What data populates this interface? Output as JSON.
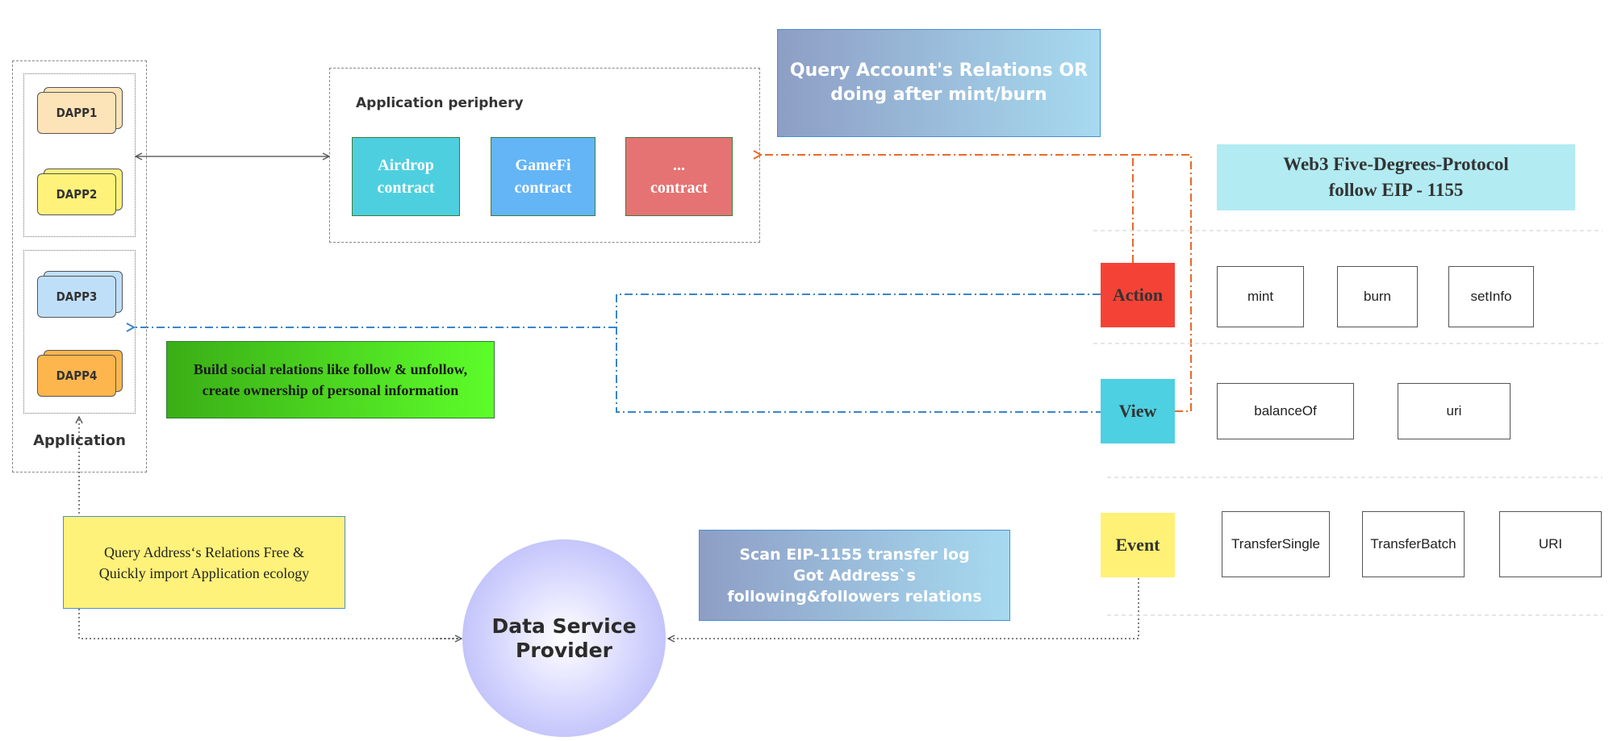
{
  "application": {
    "title": "Application",
    "dapps": [
      "DAPP1",
      "DAPP2",
      "DAPP3",
      "DAPP4"
    ]
  },
  "periphery": {
    "title": "Application periphery",
    "contracts": [
      {
        "line1": "Airdrop",
        "line2": "contract"
      },
      {
        "line1": "GameFi",
        "line2": "contract"
      },
      {
        "line1": "...",
        "line2": "contract"
      }
    ]
  },
  "notes": {
    "query_relations": {
      "line1": "Query Account's Relations OR",
      "line2": "doing after mint/burn"
    },
    "build_social": {
      "line1": "Build social relations like follow & unfollow,",
      "line2": "create ownership of personal information"
    },
    "query_address": {
      "line1": "Query Address‘s Relations Free &",
      "line2": "Quickly import Application ecology"
    },
    "scan_log": {
      "line1": "Scan EIP-1155 transfer log",
      "line2": "Got Address`s",
      "line3": "following&followers relations"
    }
  },
  "data_service": {
    "line1": "Data Service",
    "line2": "Provider"
  },
  "protocol": {
    "title_line1": "Web3 Five-Degrees-Protocol",
    "title_line2": "follow EIP - 1155",
    "action": {
      "label": "Action",
      "items": [
        "mint",
        "burn",
        "setInfo"
      ]
    },
    "view": {
      "label": "View",
      "items": [
        "balanceOf",
        "uri"
      ]
    },
    "event": {
      "label": "Event",
      "items": [
        "TransferSingle",
        "TransferBatch",
        "URI"
      ]
    }
  },
  "colors": {
    "action": "#f44336",
    "view": "#4dd0e1",
    "event": "#fff176",
    "orange_line": "#e8692a",
    "blue_line": "#3a85c9"
  }
}
